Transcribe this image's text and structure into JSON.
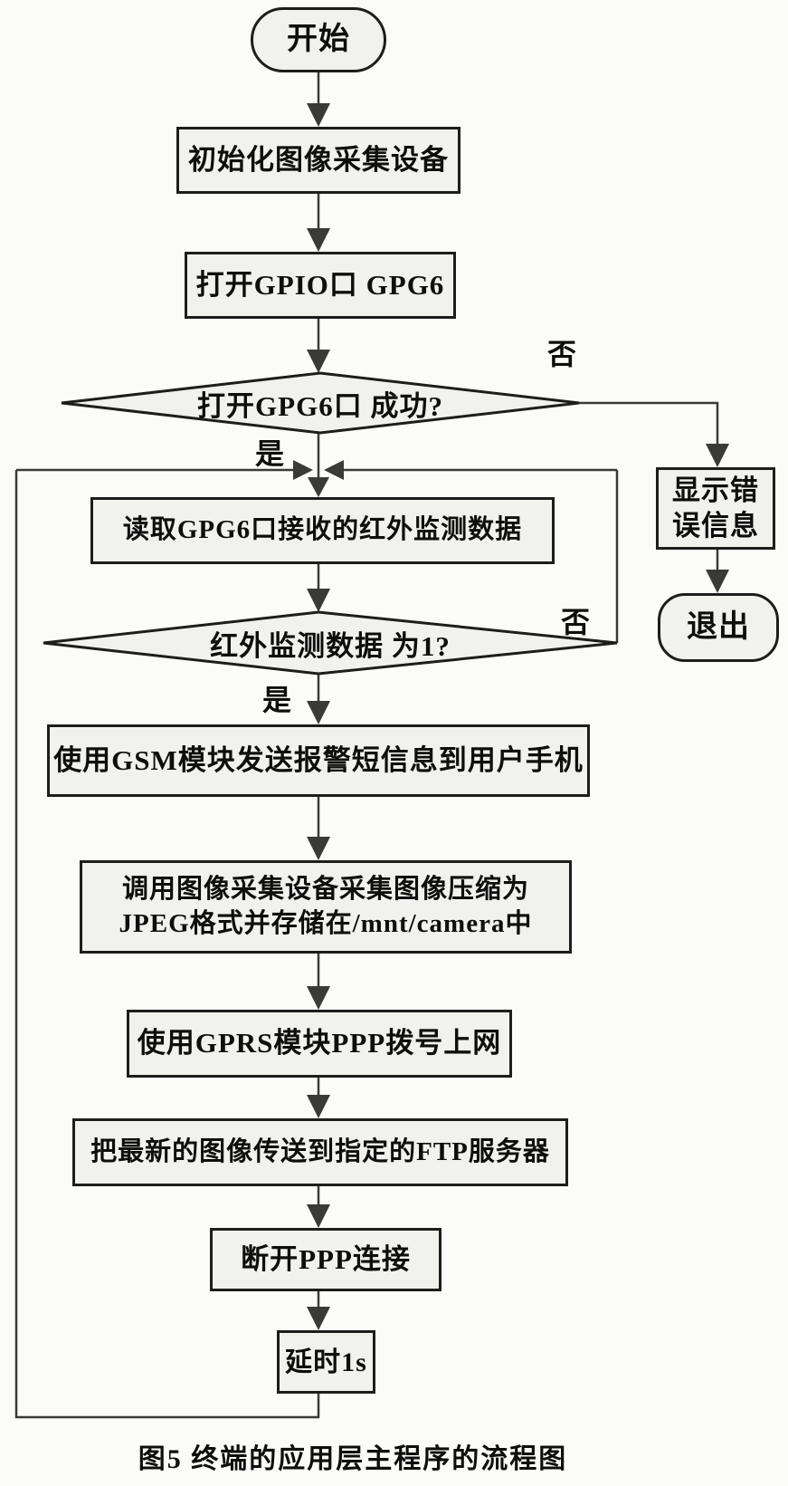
{
  "figure": {
    "caption": "图5 终端的应用层主程序的流程图",
    "labels": {
      "yes": "是",
      "no": "否"
    },
    "nodes": {
      "start": "开始",
      "init": "初始化图像采集设备",
      "open_gpio": "打开GPIO口 GPG6",
      "check_open": "打开GPG6口 成功?",
      "read_data": "读取GPG6口接收的红外监测数据",
      "check_data": "红外监测数据 为1?",
      "send_sms": "使用GSM模块发送报警短信息到用户手机",
      "capture_line1": "调用图像采集设备采集图像压缩为",
      "capture_line2": "JPEG格式并存储在/mnt/camera中",
      "dialup": "使用GPRS模块PPP拨号上网",
      "ftp_send": "把最新的图像传送到指定的FTP服务器",
      "disconnect": "断开PPP连接",
      "delay": "延时1s",
      "error_line1": "显示错",
      "error_line2": "误信息",
      "exit": "退出"
    },
    "colors": {
      "background": "#fbfbf9",
      "shape_fill": "#f1f1ee",
      "shape_border": "#1d1d1b",
      "line_color": "#3a3a38",
      "text_color": "#0e0e0c"
    }
  }
}
